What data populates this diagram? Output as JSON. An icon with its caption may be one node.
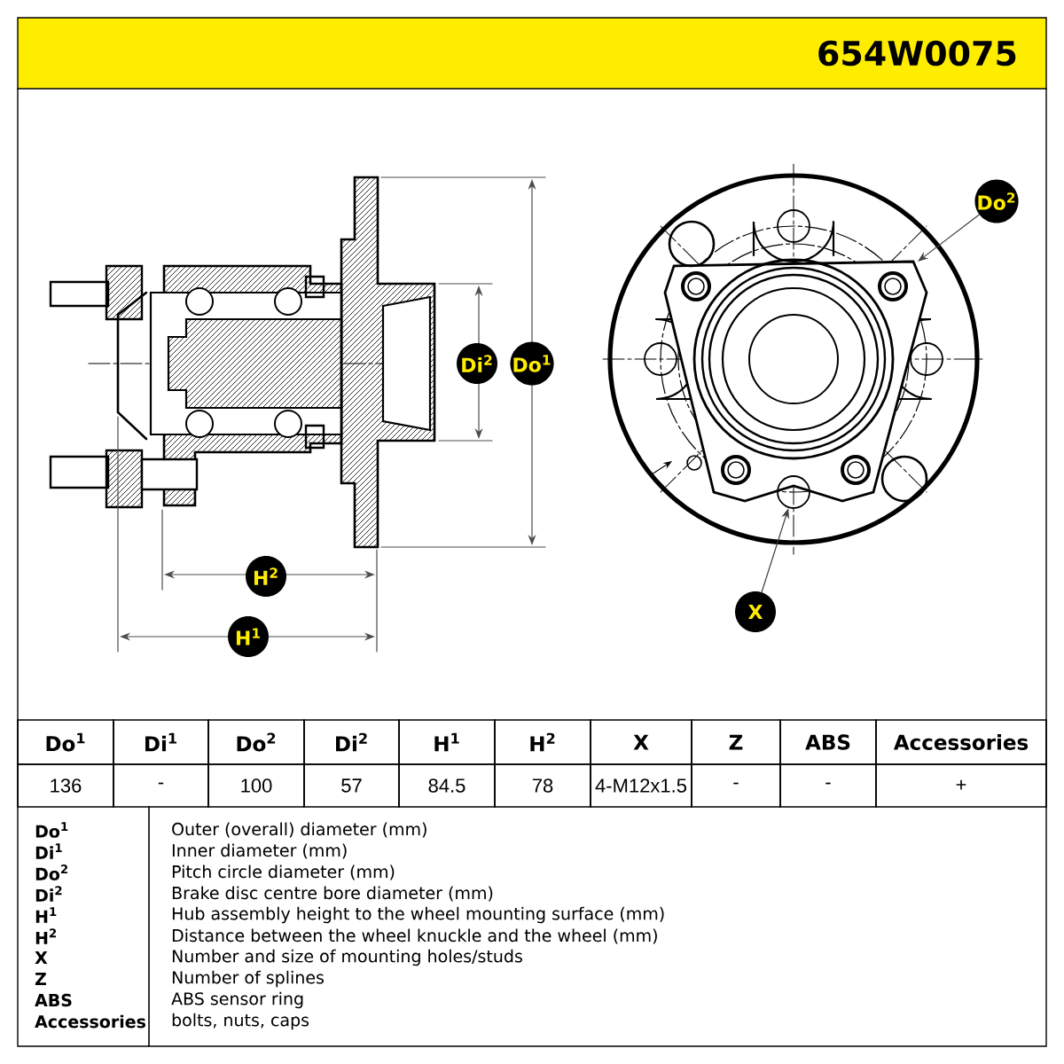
{
  "diagram": {
    "nodes": [
      {
        "text": [
          "Do$^{2}$"
        ]
      },
      {
        "text": [
          "X"
        ]
      },
      {
        "text": [
          "Di$^{2}$"
        ]
      },
      {
        "text": [
          "Do$^{1}$"
        ]
      },
      {
        "text": [
          "H$^{2}$"
        ]
      },
      {
        "text": [
          "H$^{1}$"
        ]
      },
      {
        "text": [],
        "shape": "circle"
      }
    ],
    "edges": [
      {
        "from": 0,
        "to": null,
        "arrow": "to"
      },
      {
        "from": 1,
        "to": 6,
        "arrow": "to"
      }
    ],
    "labels": [
      "654W0075",
      "Do$^{1}$",
      "Di$^{1}$",
      "Do$^{2}$",
      "Di$^{2}$",
      "H$^{1}$",
      "H$^{2}$",
      "X",
      "Z",
      "ABS",
      "Accessories",
      "136",
      "-",
      "100",
      "57",
      "84.5",
      "78",
      "4-M12x1.5",
      "-",
      "-",
      "+",
      "Do$^{1}$",
      "Outer (overall) diameter (mm)",
      "Di$^{1}$",
      "Inner diameter (mm)",
      "Do$^{2}$",
      "Pitch circle diameter (mm)",
      "Di$^{2}$",
      "Brake disc centre bore diameter (mm)",
      "H$^{1}$",
      "Hub assembly height to the wheel mounting surface (mm)",
      "H$^{2}$",
      "Distance between the wheel knuckle and the wheel (mm)",
      "X",
      "Number and size of mounting holes/studs",
      "Z",
      "Number of splines",
      "ABS",
      "ABS sensor ring",
      "Accessories",
      "bolts, nuts, caps"
    ]
  }
}
